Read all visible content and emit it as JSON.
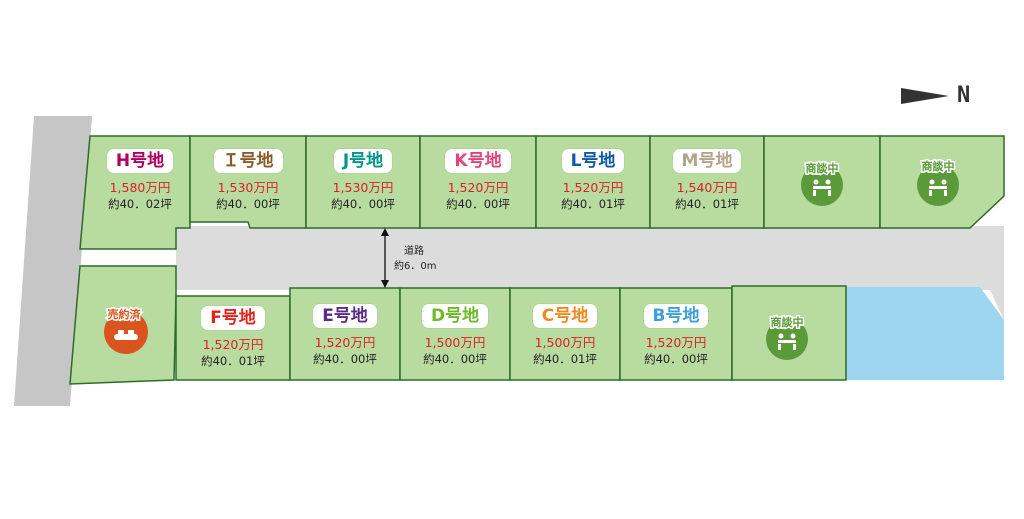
{
  "road": {
    "name": "道路",
    "width": "約6．0m"
  },
  "north": {
    "label": "N"
  },
  "badges": {
    "negotiating": "商談中",
    "sold": "売約済"
  },
  "lots_north": [
    {
      "label": "H号地",
      "price": "1,580万円",
      "area": "約40．02坪",
      "color": "#b0005f"
    },
    {
      "label": "Ｉ号地",
      "price": "1,530万円",
      "area": "約40．00坪",
      "color": "#8a5a2b"
    },
    {
      "label": "J号地",
      "price": "1,530万円",
      "area": "約40．00坪",
      "color": "#00978a"
    },
    {
      "label": "K号地",
      "price": "1,520万円",
      "area": "約40．00坪",
      "color": "#e0457b"
    },
    {
      "label": "L号地",
      "price": "1,520万円",
      "area": "約40．01坪",
      "color": "#0e5aa7"
    },
    {
      "label": "M号地",
      "price": "1,540万円",
      "area": "約40．01坪",
      "color": "#b3a58c"
    }
  ],
  "lots_south": [
    {
      "label": "F号地",
      "price": "1,520万円",
      "area": "約40．01坪",
      "color": "#e2231a"
    },
    {
      "label": "E号地",
      "price": "1,520万円",
      "area": "約40．00坪",
      "color": "#5b2c83"
    },
    {
      "label": "D号地",
      "price": "1,500万円",
      "area": "約40．00坪",
      "color": "#6fb92c"
    },
    {
      "label": "C号地",
      "price": "1,500万円",
      "area": "約40．01坪",
      "color": "#f08a1c"
    },
    {
      "label": "B号地",
      "price": "1,520万円",
      "area": "約40．00坪",
      "color": "#3f9fd8"
    }
  ],
  "colors": {
    "lot_fill": "#b8dba0",
    "lot_border": "#2f6b2a",
    "road": "#dcdcdc",
    "side_road": "#c6c6c6",
    "water": "#9ed6ef",
    "badge_green": "#5a9a38",
    "badge_red": "#d9541e",
    "price_red": "#d9212a"
  }
}
